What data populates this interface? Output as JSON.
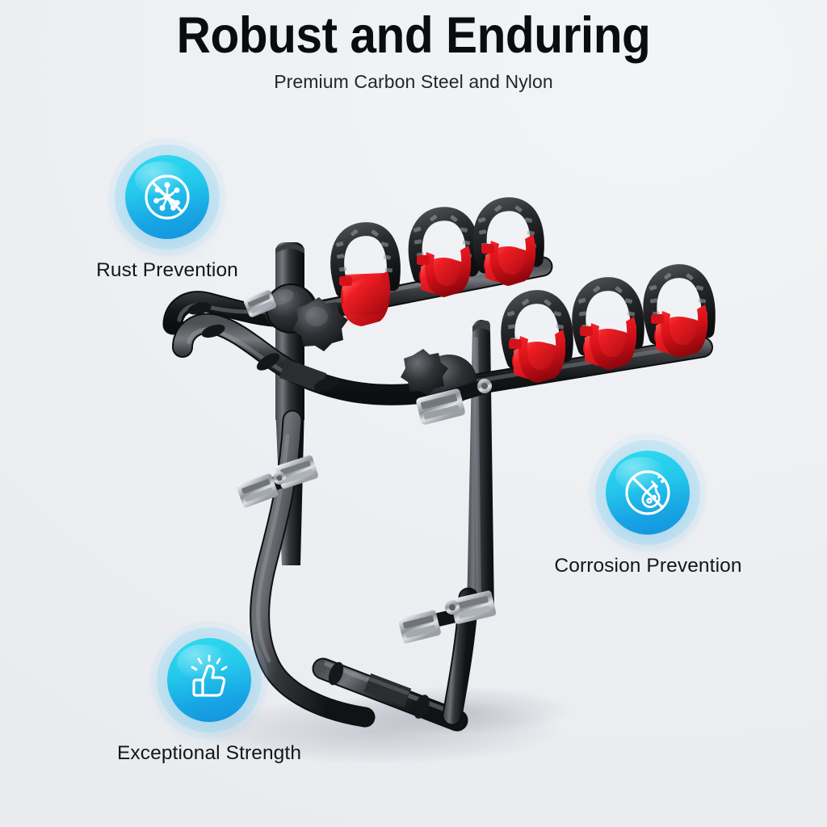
{
  "header": {
    "title": "Robust and Enduring",
    "subtitle": "Premium Carbon Steel and Nylon"
  },
  "features": [
    {
      "id": "rust-prevention",
      "label": "Rust Prevention",
      "icon": "no-rust-icon",
      "icon_description": "prohibition circle over rust particle burst"
    },
    {
      "id": "corrosion-prevention",
      "label": "Corrosion Prevention",
      "icon": "no-corrosion-flask-icon",
      "icon_description": "prohibition circle over chemistry flask with bubbles"
    },
    {
      "id": "exceptional-strength",
      "label": "Exceptional Strength",
      "icon": "thumbs-up-icon",
      "icon_description": "thumbs up with sparkle rays"
    }
  ],
  "product": {
    "name": "trunk-mount-bike-rack",
    "description": "Black carbon steel trunk-mounted bicycle rack with red nylon cradle clamps and black ladder straps",
    "parts": {
      "frame": "black powder coated steel tubing",
      "cradles": "red nylon bike cradles",
      "straps": "black ladder straps",
      "buckles": "chrome cam buckles"
    },
    "cradle_count_upper": 3,
    "cradle_count_lower": 3,
    "buckle_count": 3
  },
  "colors": {
    "background": "#eceef1",
    "title": "#0b0c0e",
    "label": "#14161a",
    "badge_gradient_start": "#2fdcf0",
    "badge_gradient_end": "#1392de",
    "badge_glow": "#81d4f4",
    "cradle_red": "#e8181f",
    "cradle_red_dark": "#a80a11",
    "frame_black": "#1d1e20",
    "frame_black_light": "#56585c",
    "chrome": "#c9ccd1"
  }
}
